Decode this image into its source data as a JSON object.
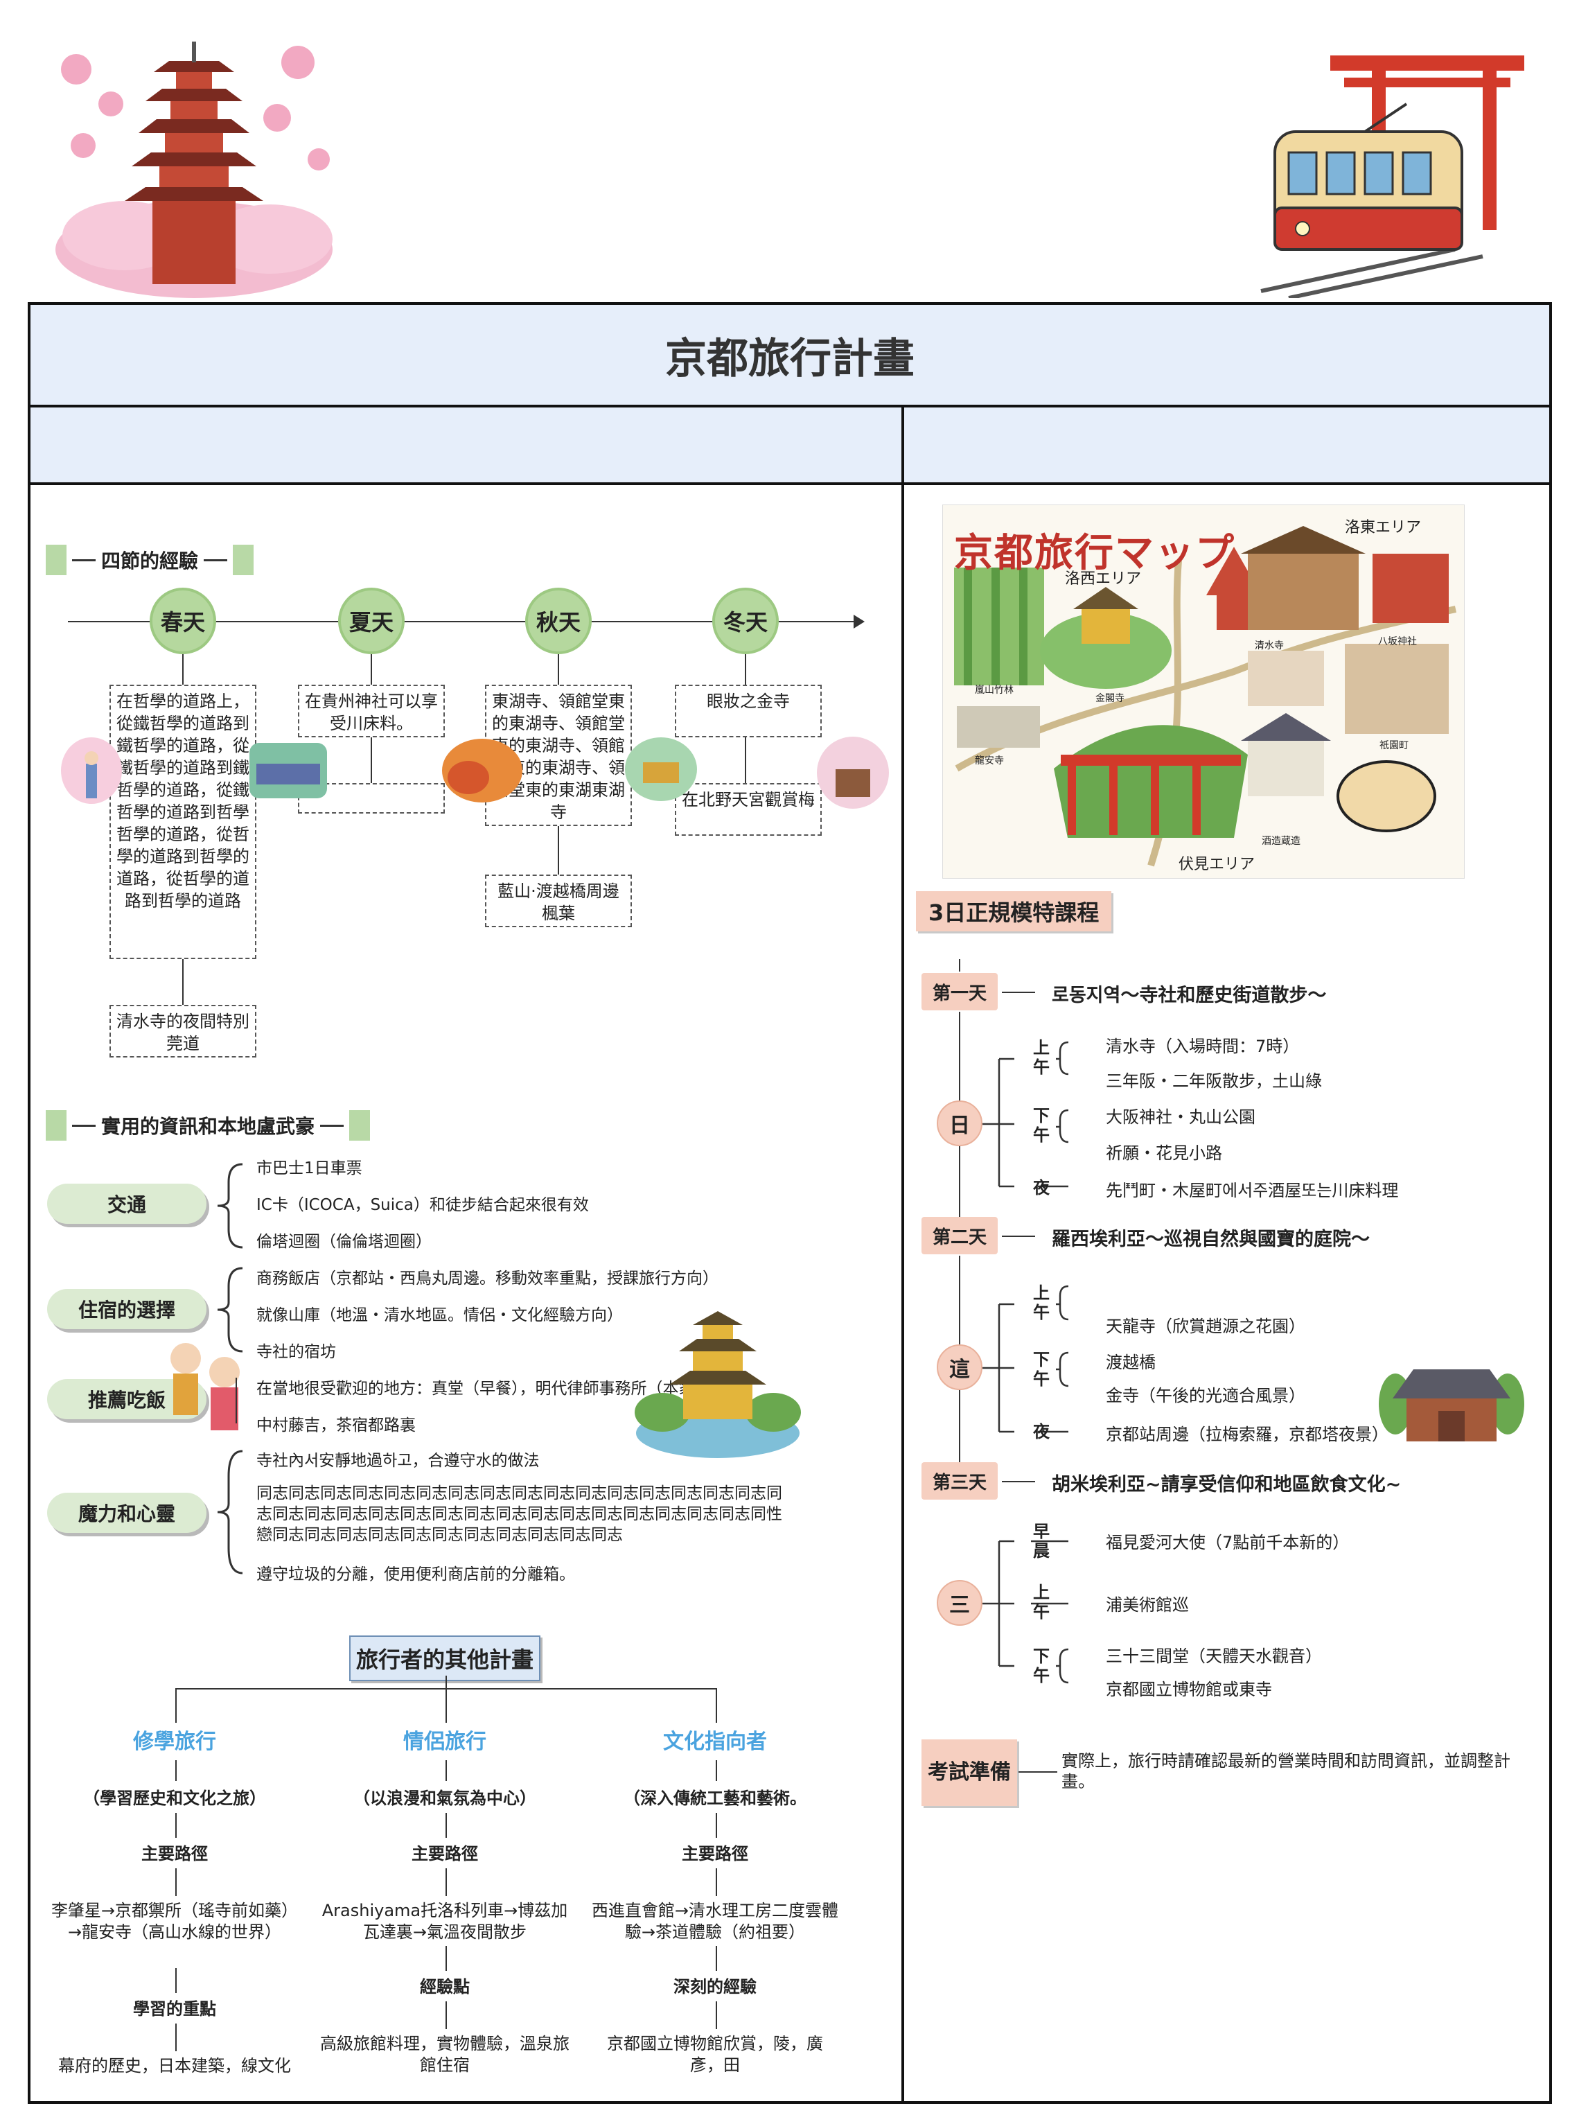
{
  "title": "京都旅行計畫",
  "seasons": {
    "heading": "四節的經驗",
    "items": [
      {
        "name": "春天",
        "box1": "在哲學的道路上，從鐵哲學的道路到鐵哲學的道路，從鐵哲學的道路到鐵哲學的道路，從鐵哲學的道路到哲學哲學的道路，從哲學的道路到哲學的道路，從哲學的道路到哲學的道路",
        "box2": "清水寺的夜間特別莞道"
      },
      {
        "name": "夏天",
        "box1": "在貴州神社可以享受川床料。"
      },
      {
        "name": "秋天",
        "box1": "東湖寺、領館堂東的東湖寺、領館堂東的東湖寺、領館堂東的東湖寺、領館堂東的東湖東湖寺",
        "box2": "藍山·渡越橋周邊楓葉"
      },
      {
        "name": "冬天",
        "box1": "眼妝之金寺",
        "box2": "在北野天宮觀賞梅"
      }
    ]
  },
  "practical": {
    "heading": "實用的資訊和本地盧武豪",
    "groups": [
      {
        "label": "交通",
        "items": [
          "市巴士1日車票",
          "IC卡（ICOCA，Suica）和徒步結合起來很有效",
          "倫塔迴圈（倫倫塔迴圈）"
        ]
      },
      {
        "label": "住宿的選擇",
        "items": [
          "商務飯店（京都站・西鳥丸周邊。移動效率重點，授課旅行方向）",
          "就像山庫（地溫・清水地區。情侶・文化經驗方向）",
          "寺社的宿坊"
        ]
      },
      {
        "label": "推薦吃飯",
        "items": [
          "在當地很受歡迎的地方：真堂（早餐），明代律師事務所（本家第一支",
          "中村藤吉，茶宿都路裏"
        ]
      },
      {
        "label": "魔力和心靈",
        "items": [
          "寺社內서安靜地過하고，合遵守水的做法",
          "同志同志同志同志同志同志同志同志同志同志同志同志同志同志同志同志同志同志同志同志同志同志同志同志同志同志同志同志同志同志同志同志同性戀同志同志同志同志同志同志同志同志同志同志同志",
          "遵守垃圾的分離，使用便利商店前的分離箱。"
        ]
      }
    ]
  },
  "plans": {
    "heading": "旅行者的其他計畫",
    "columns": [
      {
        "name": "修學旅行",
        "subtitle": "（學習歷史和文化之旅）",
        "route_label": "主要路徑",
        "route": "李肇星→京都禦所（瑤寺前如藥）→龍安寺（高山水線的世界）",
        "point_label": "學習的重點",
        "point": "幕府的歷史，日本建築，線文化"
      },
      {
        "name": "情侶旅行",
        "subtitle": "（以浪漫和氣氛為中心）",
        "route_label": "主要路徑",
        "route": "Arashiyama托洛科列車→博茲加瓦達裏→氣溫夜間散步",
        "point_label": "經驗點",
        "point": "高級旅館料理，實物體驗，溫泉旅館住宿"
      },
      {
        "name": "文化指向者",
        "subtitle": "（深入傳統工藝和藝術。",
        "route_label": "主要路徑",
        "route": "西進直會館→清水理工房二度雲體驗→茶道體驗（約祖要）",
        "point_label": "深刻的經驗",
        "point": "京都國立博物館欣賞，陵，廣彥，田"
      }
    ]
  },
  "map": {
    "title": "京都旅行マップ",
    "areas": [
      "洛東エリア",
      "洛西エリア",
      "伏見エリア"
    ],
    "spots": [
      "嵐山竹林",
      "金閣寺",
      "龍安寺",
      "清水寺",
      "八坂神社",
      "祇園町",
      "酒造蔵造"
    ]
  },
  "course": {
    "heading": "3日正規模特課程",
    "days": [
      {
        "label": "第一天",
        "circle": "日",
        "title": "로동지역～寺社和歷史街道散步～",
        "slots": [
          {
            "time": "上午",
            "acts": [
              "清水寺（入場時間：7時）",
              "三年阪・二年阪散步，土山綠"
            ]
          },
          {
            "time": "下午",
            "acts": [
              "大阪神社・丸山公園",
              "祈願・花見小路"
            ]
          },
          {
            "time": "夜",
            "acts": [
              "先鬥町・木屋町에서주酒屋또는川床料理"
            ]
          }
        ]
      },
      {
        "label": "第二天",
        "circle": "這",
        "title": "羅西埃利亞～巡視自然與國寶的庭院～",
        "slots": [
          {
            "time": "上午",
            "acts": [
              "",
              "天龍寺（欣賞趙源之花園）"
            ]
          },
          {
            "time": "下午",
            "acts": [
              "渡越橋",
              "金寺（午後的光適合風景）"
            ]
          },
          {
            "time": "夜",
            "acts": [
              "京都站周邊（拉梅索羅，京都塔夜景）"
            ]
          }
        ]
      },
      {
        "label": "第三天",
        "circle": "三",
        "title": "胡米埃利亞~請享受信仰和地區飲食文化~",
        "slots": [
          {
            "time": "早晨",
            "acts": [
              "福見愛河大使（7點前千本新的）"
            ]
          },
          {
            "time": "上午",
            "acts": [
              "浦美術館巡"
            ]
          },
          {
            "time": "下午",
            "acts": [
              "三十三間堂（天體天水觀音）",
              "京都國立博物館或東寺"
            ]
          }
        ]
      }
    ],
    "exam_label": "考試準備",
    "exam_text": "實際上，旅行時請確認最新的營業時間和訪問資訊，並調整計畫。"
  }
}
